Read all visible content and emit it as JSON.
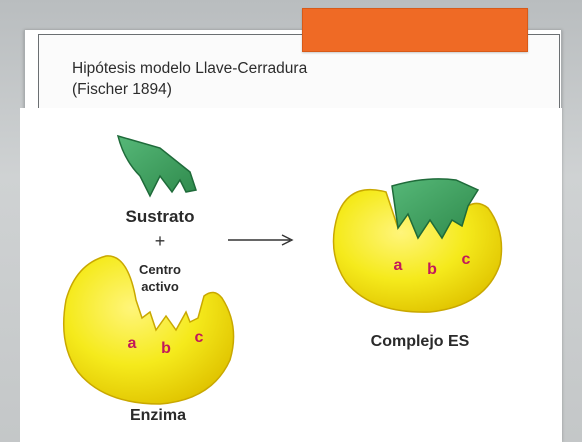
{
  "title": {
    "line1": "Hipótesis modelo Llave-Cerradura",
    "line2": "(Fischer 1894)"
  },
  "labels": {
    "substrate": "Sustrato",
    "plus": "+",
    "active_site_line1": "Centro",
    "active_site_line2": "activo",
    "enzyme": "Enzima",
    "complex": "Complejo ES"
  },
  "sites": {
    "a": "a",
    "b": "b",
    "c": "c"
  },
  "colors": {
    "enzyme_fill": "#f5ea1c",
    "enzyme_stroke": "#c9a800",
    "substrate_fill": "#3d9a5b",
    "substrate_stroke": "#1f6b3a",
    "site_label": "#c2185b",
    "accent_tab": "#ef6a25"
  }
}
